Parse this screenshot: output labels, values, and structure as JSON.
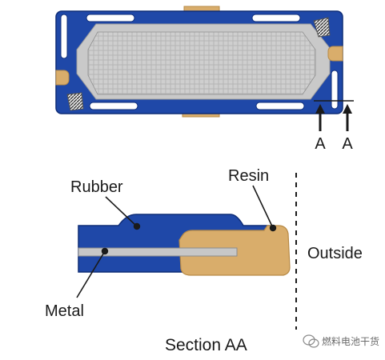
{
  "section_marker": {
    "left": "A",
    "right": "A"
  },
  "labels": {
    "rubber": "Rubber",
    "resin": "Resin",
    "metal": "Metal",
    "outside": "Outside",
    "section_title": "Section AA"
  },
  "watermark": "燃料电池干货",
  "colors": {
    "rubber_blue": "#1f48a8",
    "rubber_dark": "#0f2d77",
    "resin_tan": "#d9ad6b",
    "resin_edge": "#b78a46",
    "metal_gray": "#c7c7c7",
    "plate_light": "#c9c9c9",
    "inner_white": "#f4f4f4"
  }
}
